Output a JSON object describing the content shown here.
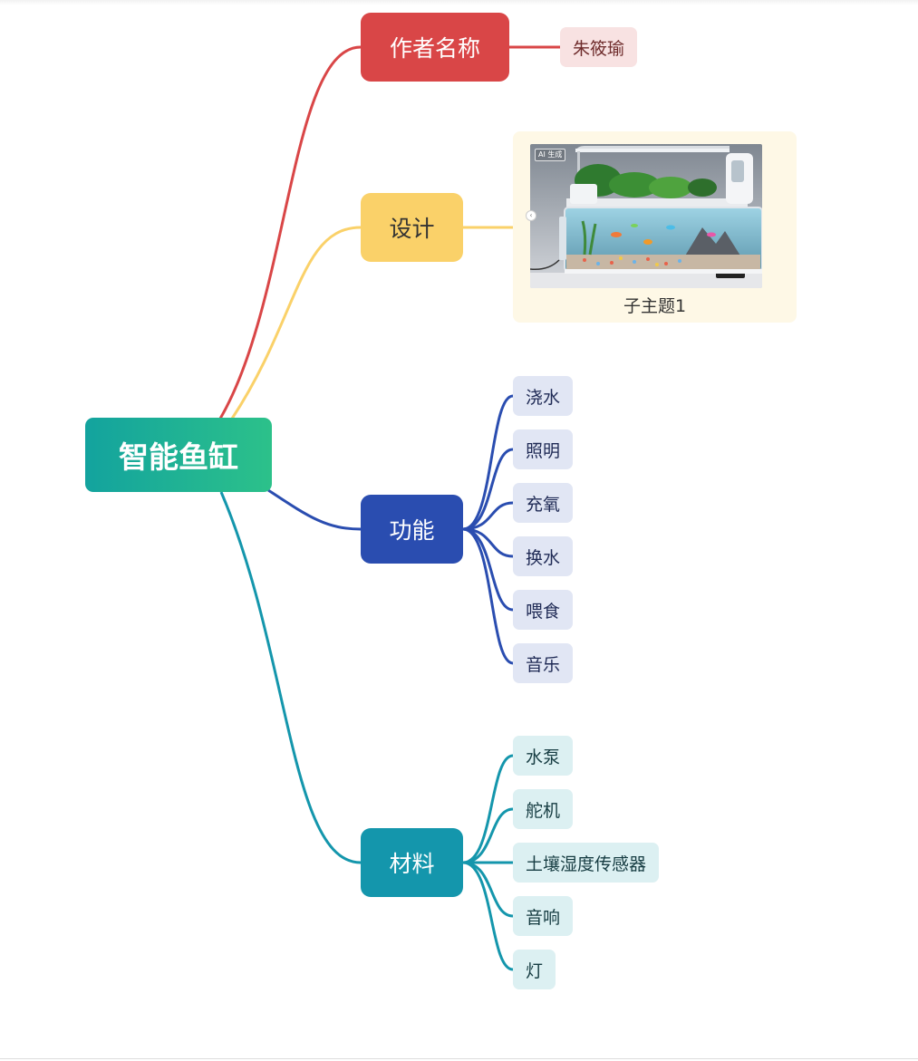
{
  "mindmap": {
    "root": "智能鱼缸",
    "branches": {
      "author": {
        "label": "作者名称",
        "color": "#d94647",
        "children": [
          "朱筱瑜"
        ]
      },
      "design": {
        "label": "设计",
        "color": "#fad169",
        "image_card": {
          "badge": "AI 生成",
          "caption": "子主题1"
        }
      },
      "function": {
        "label": "功能",
        "color": "#2a4db0",
        "children": [
          "浇水",
          "照明",
          "充氧",
          "换水",
          "喂食",
          "音乐"
        ]
      },
      "material": {
        "label": "材料",
        "color": "#1496ac",
        "children": [
          "水泵",
          "舵机",
          "土壤湿度传感器",
          "音响",
          "灯"
        ]
      }
    }
  }
}
